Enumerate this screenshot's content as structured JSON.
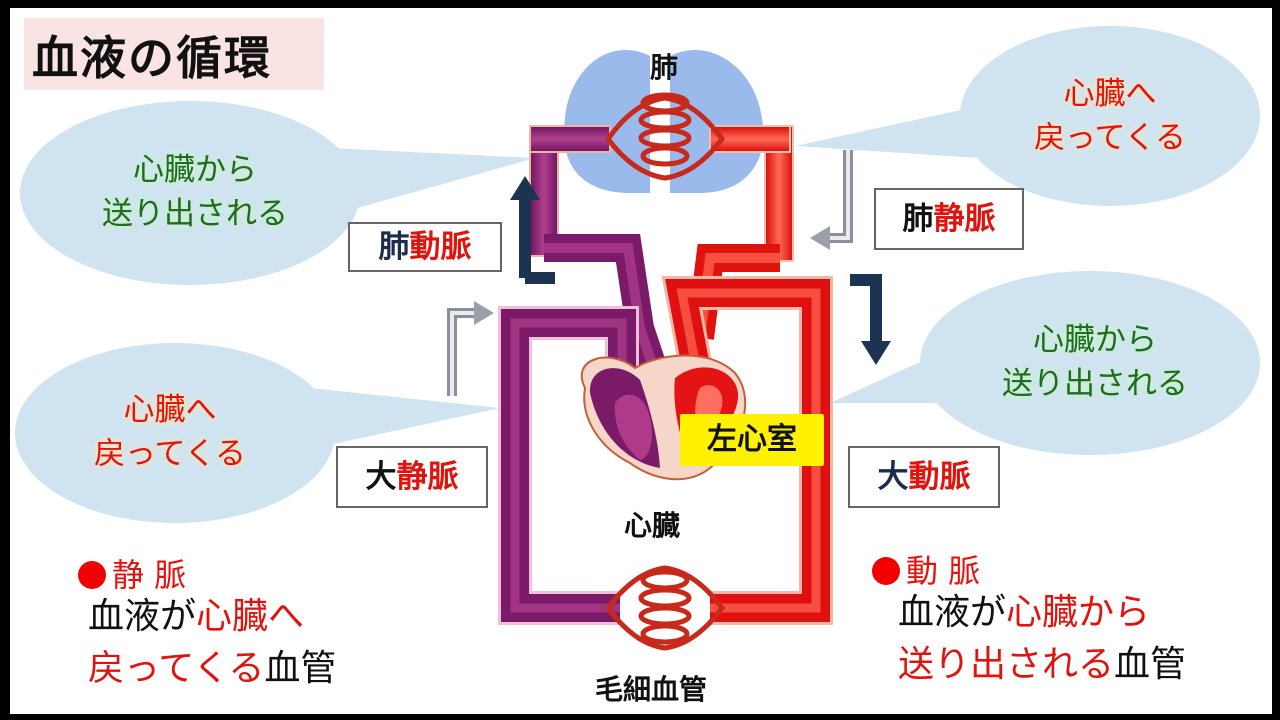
{
  "title": "血液の循環",
  "labels": {
    "lung": "肺",
    "heart": "心臓",
    "capillary": "毛細血管",
    "left_ventricle": "左心室"
  },
  "vessel_labels": {
    "pulmonary_artery": {
      "prefix": "肺",
      "main": "動脈"
    },
    "pulmonary_vein": {
      "prefix": "肺",
      "main": "静脈"
    },
    "vena_cava": {
      "prefix": "大",
      "main": "静脈"
    },
    "aorta": {
      "prefix": "大",
      "main": "動脈"
    }
  },
  "bubbles": {
    "top_left": {
      "line1": "心臓から",
      "line2": "送り出される"
    },
    "top_right": {
      "line1": "心臓へ",
      "line2": "戻ってくる"
    },
    "mid_left": {
      "line1": "心臓へ",
      "line2": "戻ってくる"
    },
    "mid_right": {
      "line1": "心臓から",
      "line2": "送り出される"
    }
  },
  "legend": {
    "vein": {
      "heading": "静 脈",
      "line1_a": "血液が",
      "line1_b": "心臓へ",
      "line2_a": "戻ってくる",
      "line2_b": "血管"
    },
    "artery": {
      "heading": "動 脈",
      "line1_a": "血液が",
      "line1_b": "心臓から",
      "line2_a": "送り出される",
      "line2_b": "血管"
    }
  },
  "colors": {
    "artery_red": "#e8120d",
    "vein_purple": "#8a1c6e",
    "bubble_blue": "#cfe3f1",
    "lung_blue": "#8fb3ea",
    "arrow_navy": "#1c3452",
    "highlight_yellow": "#fff200"
  }
}
